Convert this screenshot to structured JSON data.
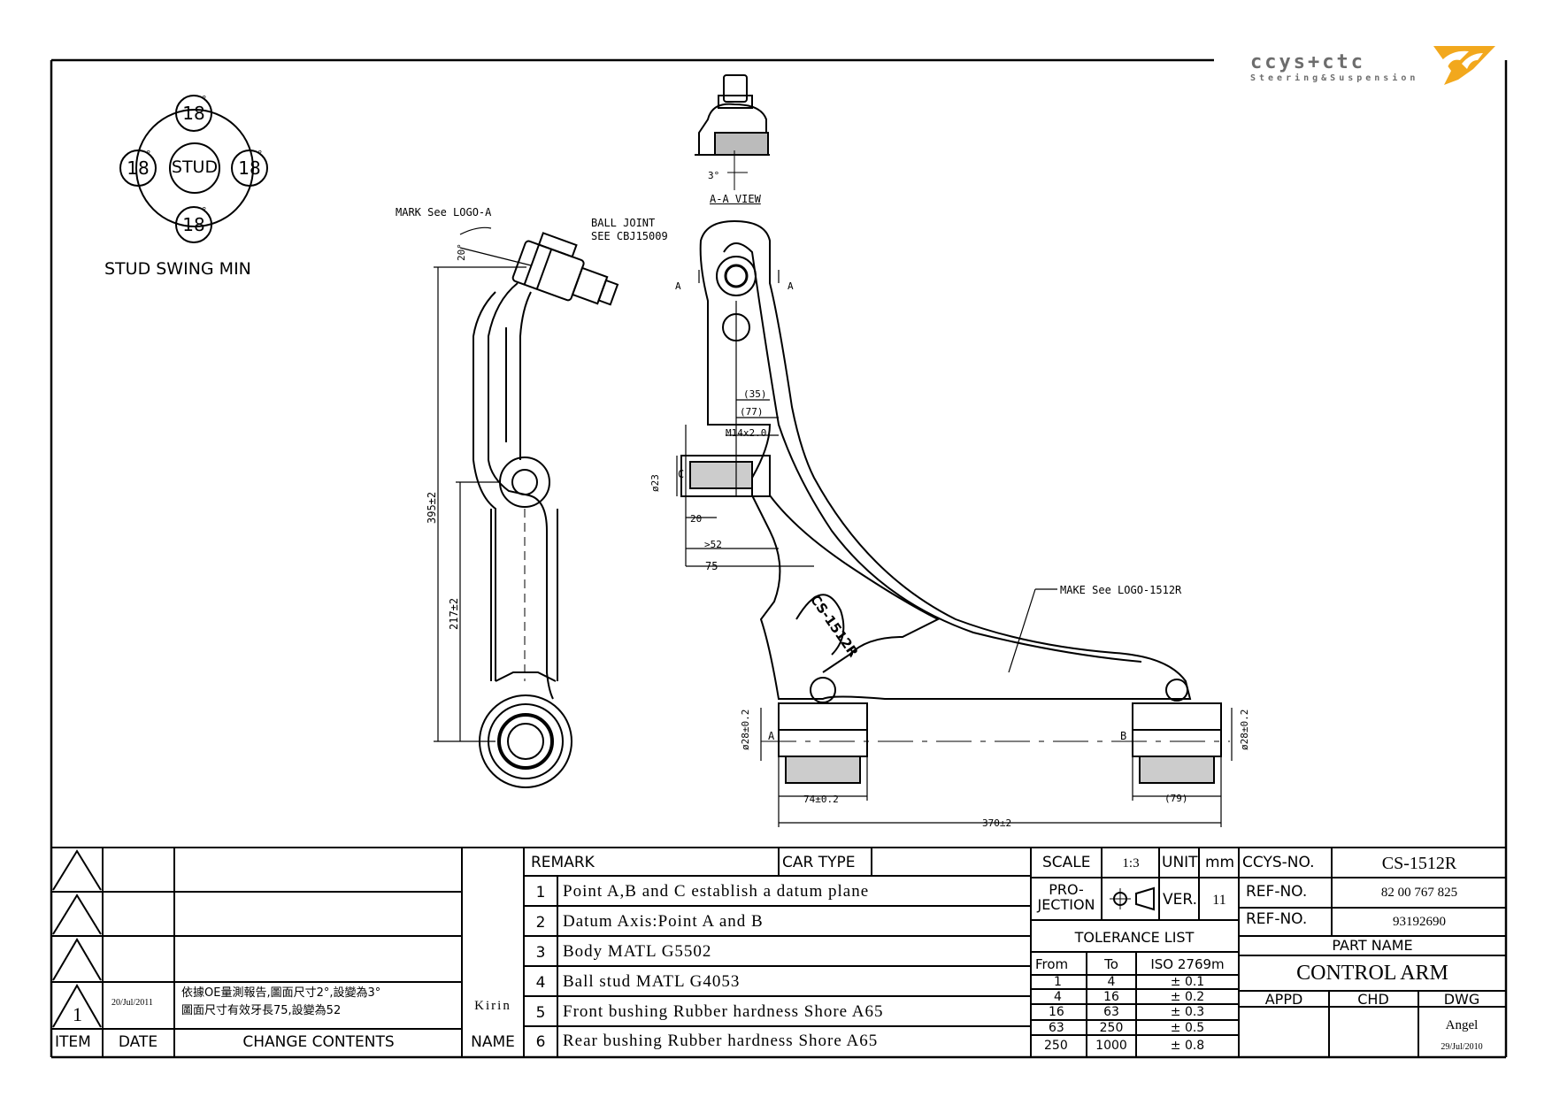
{
  "logo": {
    "brand": "ccys+ctc",
    "tagline": "Steering&Suspension",
    "accent": "#f2a81d",
    "gray": "#6d6d6d"
  },
  "stud_swing": {
    "top": "18",
    "left": "18",
    "right": "18",
    "bottom": "18",
    "center": "STUD",
    "degree": "°",
    "caption": "STUD SWING MIN"
  },
  "annotations": {
    "mark_logo": "MARK See LOGO-A",
    "ball_joint_1": "BALL JOINT",
    "ball_joint_2": "SEE CBJ15009",
    "aa_view": "A-A VIEW",
    "small_angle": "3°",
    "make_logo": "MAKE See LOGO-1512R",
    "part_mark": "CS-1512R",
    "section_a": "A",
    "point_a": "A",
    "point_b": "B",
    "point_c": "C"
  },
  "dimensions": {
    "angle_20": "20°",
    "d395": "395±2",
    "d217": "217±2",
    "d35": "(35)",
    "d77": "(77)",
    "thread": "M14x2.0",
    "dia23": "ø23",
    "d20": "20",
    "gt52": ">52",
    "d75": "75",
    "dia28_left": "ø28±0.2",
    "dia28_right": "ø28±0.2",
    "d74": "74±0.2",
    "d79": "(79)",
    "d370": "370±2"
  },
  "revision_table": {
    "headers": {
      "item": "ITEM",
      "date": "DATE",
      "change": "CHANGE CONTENTS",
      "name": "NAME"
    },
    "entry": {
      "item": "1",
      "date": "20/Jul/2011",
      "change_line1": "依據OE量測報告,圖面尺寸2°,設變為3°",
      "change_line2": "圖面尺寸有效牙長75,設變為52",
      "name": "Kirin"
    }
  },
  "remarks": {
    "header": "REMARK",
    "car_type": "CAR TYPE",
    "items": [
      {
        "no": "1",
        "text": "Point A,B and C establish a datum plane"
      },
      {
        "no": "2",
        "text": "Datum Axis:Point A and B"
      },
      {
        "no": "3",
        "text": "Body MATL G5502"
      },
      {
        "no": "4",
        "text": "Ball stud MATL G4053"
      },
      {
        "no": "5",
        "text": "Front bushing Rubber hardness Shore A65"
      },
      {
        "no": "6",
        "text": "Rear bushing Rubber hardness Shore A65"
      }
    ]
  },
  "title_block": {
    "scale_label": "SCALE",
    "scale_value": "1:3",
    "unit_label": "UNIT",
    "unit_value": "mm",
    "projection_1": "PRO-",
    "projection_2": "JECTION",
    "ver_label": "VER.",
    "ver_value": "11",
    "tolerance_title": "TOLERANCE LIST",
    "tol_headers": {
      "from": "From",
      "to": "To",
      "iso": "ISO 2769m"
    },
    "tolerances": [
      {
        "from": "1",
        "to": "4",
        "tol": "± 0.1"
      },
      {
        "from": "4",
        "to": "16",
        "tol": "± 0.2"
      },
      {
        "from": "16",
        "to": "63",
        "tol": "± 0.3"
      },
      {
        "from": "63",
        "to": "250",
        "tol": "± 0.5"
      },
      {
        "from": "250",
        "to": "1000",
        "tol": "± 0.8"
      }
    ],
    "ccys_no_label": "CCYS-NO.",
    "ccys_no": "CS-1512R",
    "ref_no_label_1": "REF-NO.",
    "ref_no_1": "82 00 767 825",
    "ref_no_label_2": "REF-NO.",
    "ref_no_2": "93192690",
    "part_name_label": "PART NAME",
    "part_name": "CONTROL ARM",
    "appd_label": "APPD",
    "chd_label": "CHD",
    "dwg_label": "DWG",
    "dwg_name": "Angel",
    "dwg_date": "29/Jul/2010"
  }
}
